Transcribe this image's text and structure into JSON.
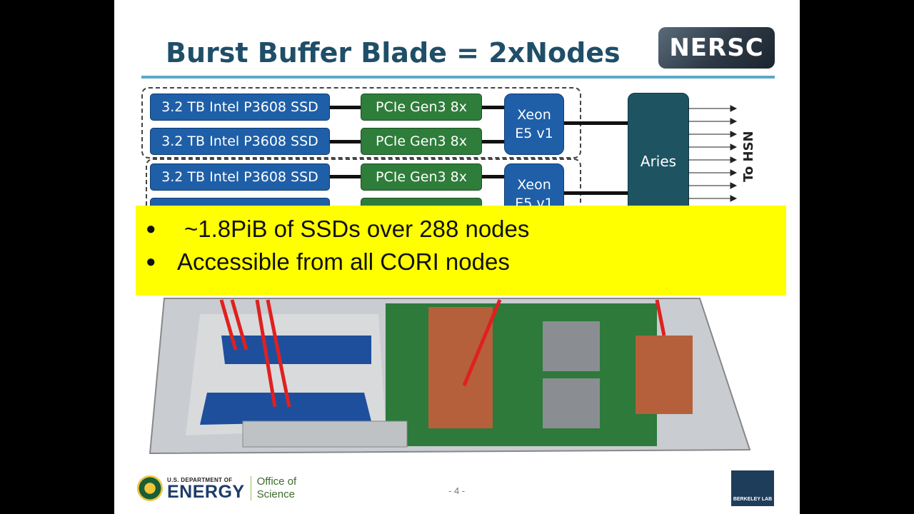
{
  "slide": {
    "title": "Burst Buffer Blade = 2xNodes",
    "logo_text": "NERSC",
    "page_number": "- 4 -"
  },
  "diagram": {
    "ssd_label": "3.2 TB Intel P3608 SSD",
    "pcie_label": "PCIe Gen3 8x",
    "xeon_line1": "Xeon",
    "xeon_line2": "E5 v1",
    "aries_label": "Aries",
    "hsn_label": "To HSN"
  },
  "callout": {
    "bullets": [
      "~1.8PiB of SSDs over 288 nodes",
      "Accessible from all CORI nodes"
    ]
  },
  "footer": {
    "doe_small": "U.S. DEPARTMENT OF",
    "doe_big": "ENERGY",
    "office_line1": "Office of",
    "office_line2": "Science",
    "lab_logo": "BERKELEY LAB"
  },
  "colors": {
    "title": "#1f4e68",
    "rule": "#5aa9c8",
    "ssd": "#1e5fa8",
    "pcie": "#2e7d3a",
    "aries": "#1e5462",
    "callout": "#ffff00",
    "arrow": "#e02020"
  }
}
